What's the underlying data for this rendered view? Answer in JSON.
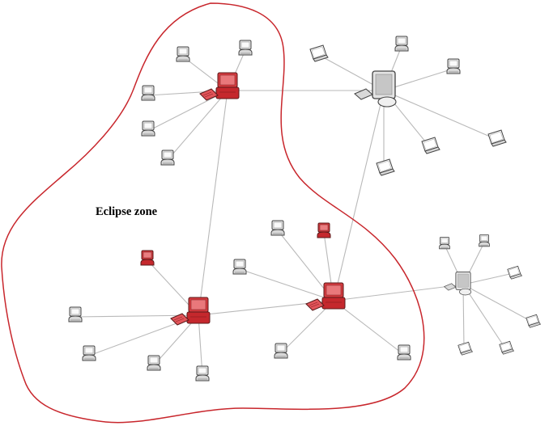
{
  "zone": {
    "label": "Eclipse zone",
    "outline_color": "#c8262c"
  },
  "colors": {
    "link": "#b9b9b9",
    "eclipsed_node": "#d43a3e",
    "normal_node": "#d9d9d9",
    "outline": "#444444"
  },
  "hubs": [
    {
      "id": "hub-top-left",
      "eclipsed": true
    },
    {
      "id": "hub-top-right",
      "eclipsed": false
    },
    {
      "id": "hub-bottom-left",
      "eclipsed": true
    },
    {
      "id": "hub-center",
      "eclipsed": true
    },
    {
      "id": "hub-right",
      "eclipsed": false
    }
  ]
}
